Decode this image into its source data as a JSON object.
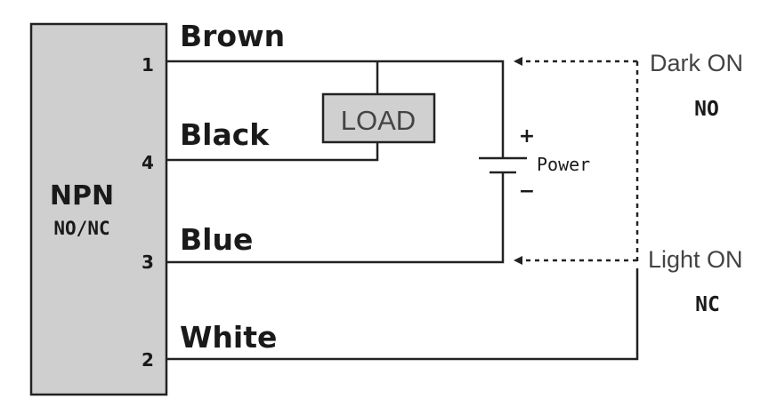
{
  "sensor": {
    "title": "NPN",
    "subtitle": "NO/NC"
  },
  "wires": [
    {
      "pin": "1",
      "color_name": "Brown"
    },
    {
      "pin": "4",
      "color_name": "Black"
    },
    {
      "pin": "3",
      "color_name": "Blue"
    },
    {
      "pin": "2",
      "color_name": "White"
    }
  ],
  "load": {
    "label": "LOAD"
  },
  "power": {
    "label": "Power",
    "plus": "+",
    "minus": "−"
  },
  "modes": {
    "dark_on": {
      "label": "Dark ON",
      "mode": "NO"
    },
    "light_on": {
      "label": "Light ON",
      "mode": "NC"
    }
  },
  "colors": {
    "sensor_fill": "#cfcfcf",
    "load_fill": "#d0d0d0",
    "line": "#222222"
  }
}
